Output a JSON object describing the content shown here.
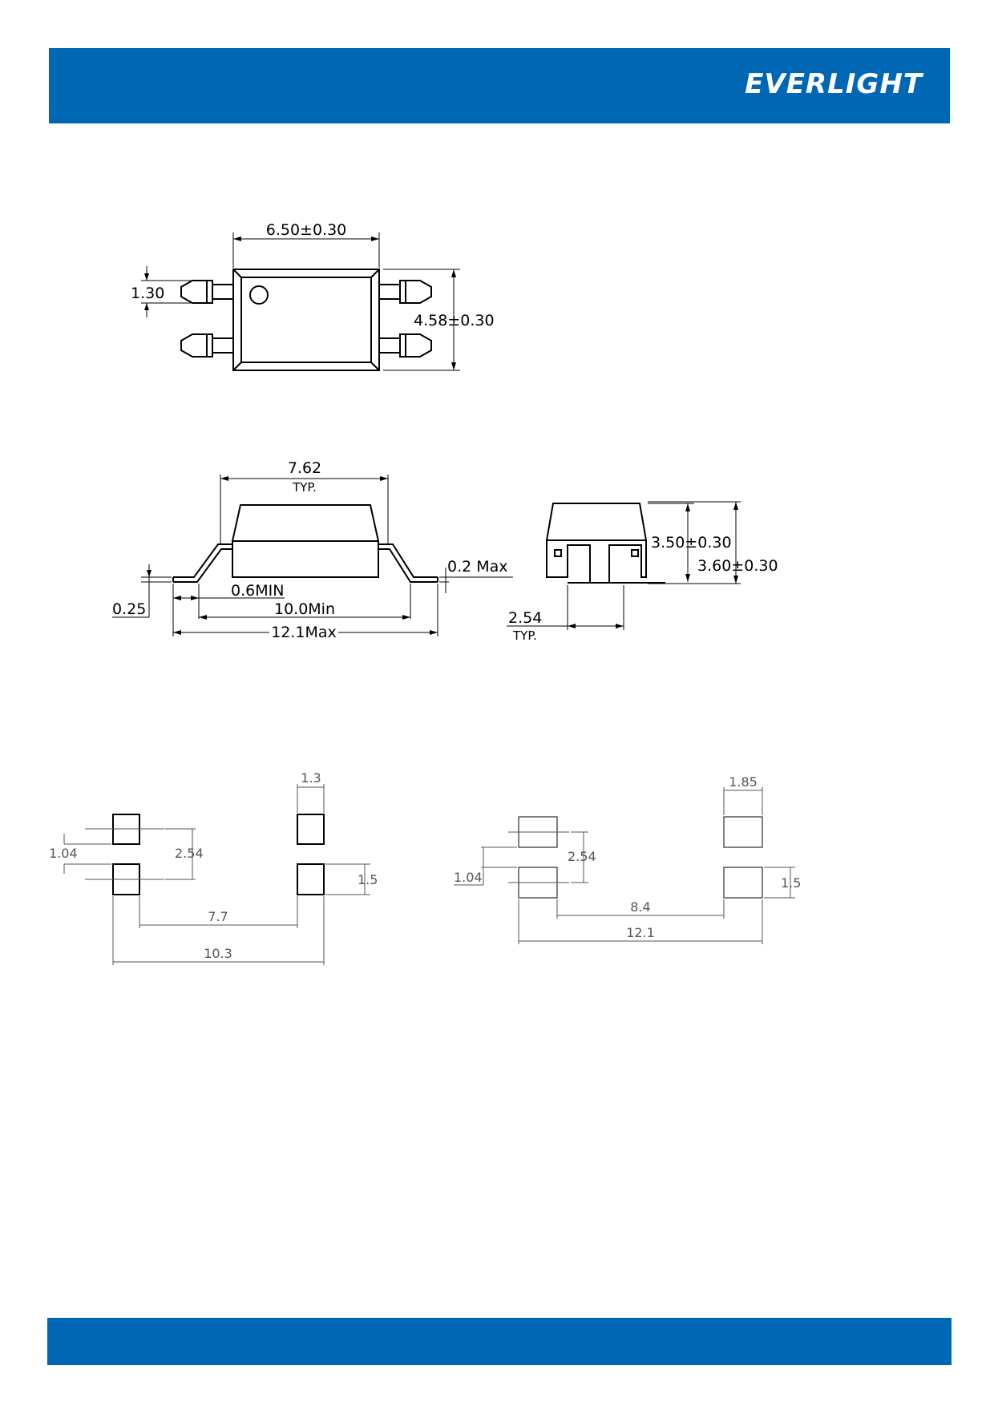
{
  "header": {
    "brand": "EVERLIGHT",
    "brand_color": "#0067B5"
  },
  "top_view": {
    "width_dim": "6.50±0.30",
    "pitch_dim": "1.30",
    "height_dim": "4.58±0.30"
  },
  "side_view": {
    "lead_span_dim": "7.62",
    "lead_span_note": "TYP.",
    "lead_thickness_dim": "0.2  Max",
    "standoff_dim": "0.25",
    "foot_min_dim": "0.6MIN",
    "inner_span_dim": "10.0Min",
    "overall_dim": "12.1Max"
  },
  "end_view": {
    "body_height_dim": "3.50±0.30",
    "total_height_dim": "3.60±0.30",
    "pitch_dim": "2.54",
    "pitch_note": "TYP."
  },
  "footprint_a": {
    "pad_width": "1.3",
    "pad_gap": "1.04",
    "pitch": "2.54",
    "pad_height": "1.5",
    "inner_span": "7.7",
    "outer_span": "10.3"
  },
  "footprint_b": {
    "pad_width": "1.85",
    "pitch": "2.54",
    "pad_gap": "1.04",
    "pad_height": "1.5",
    "inner_span": "8.4",
    "outer_span": "12.1"
  }
}
